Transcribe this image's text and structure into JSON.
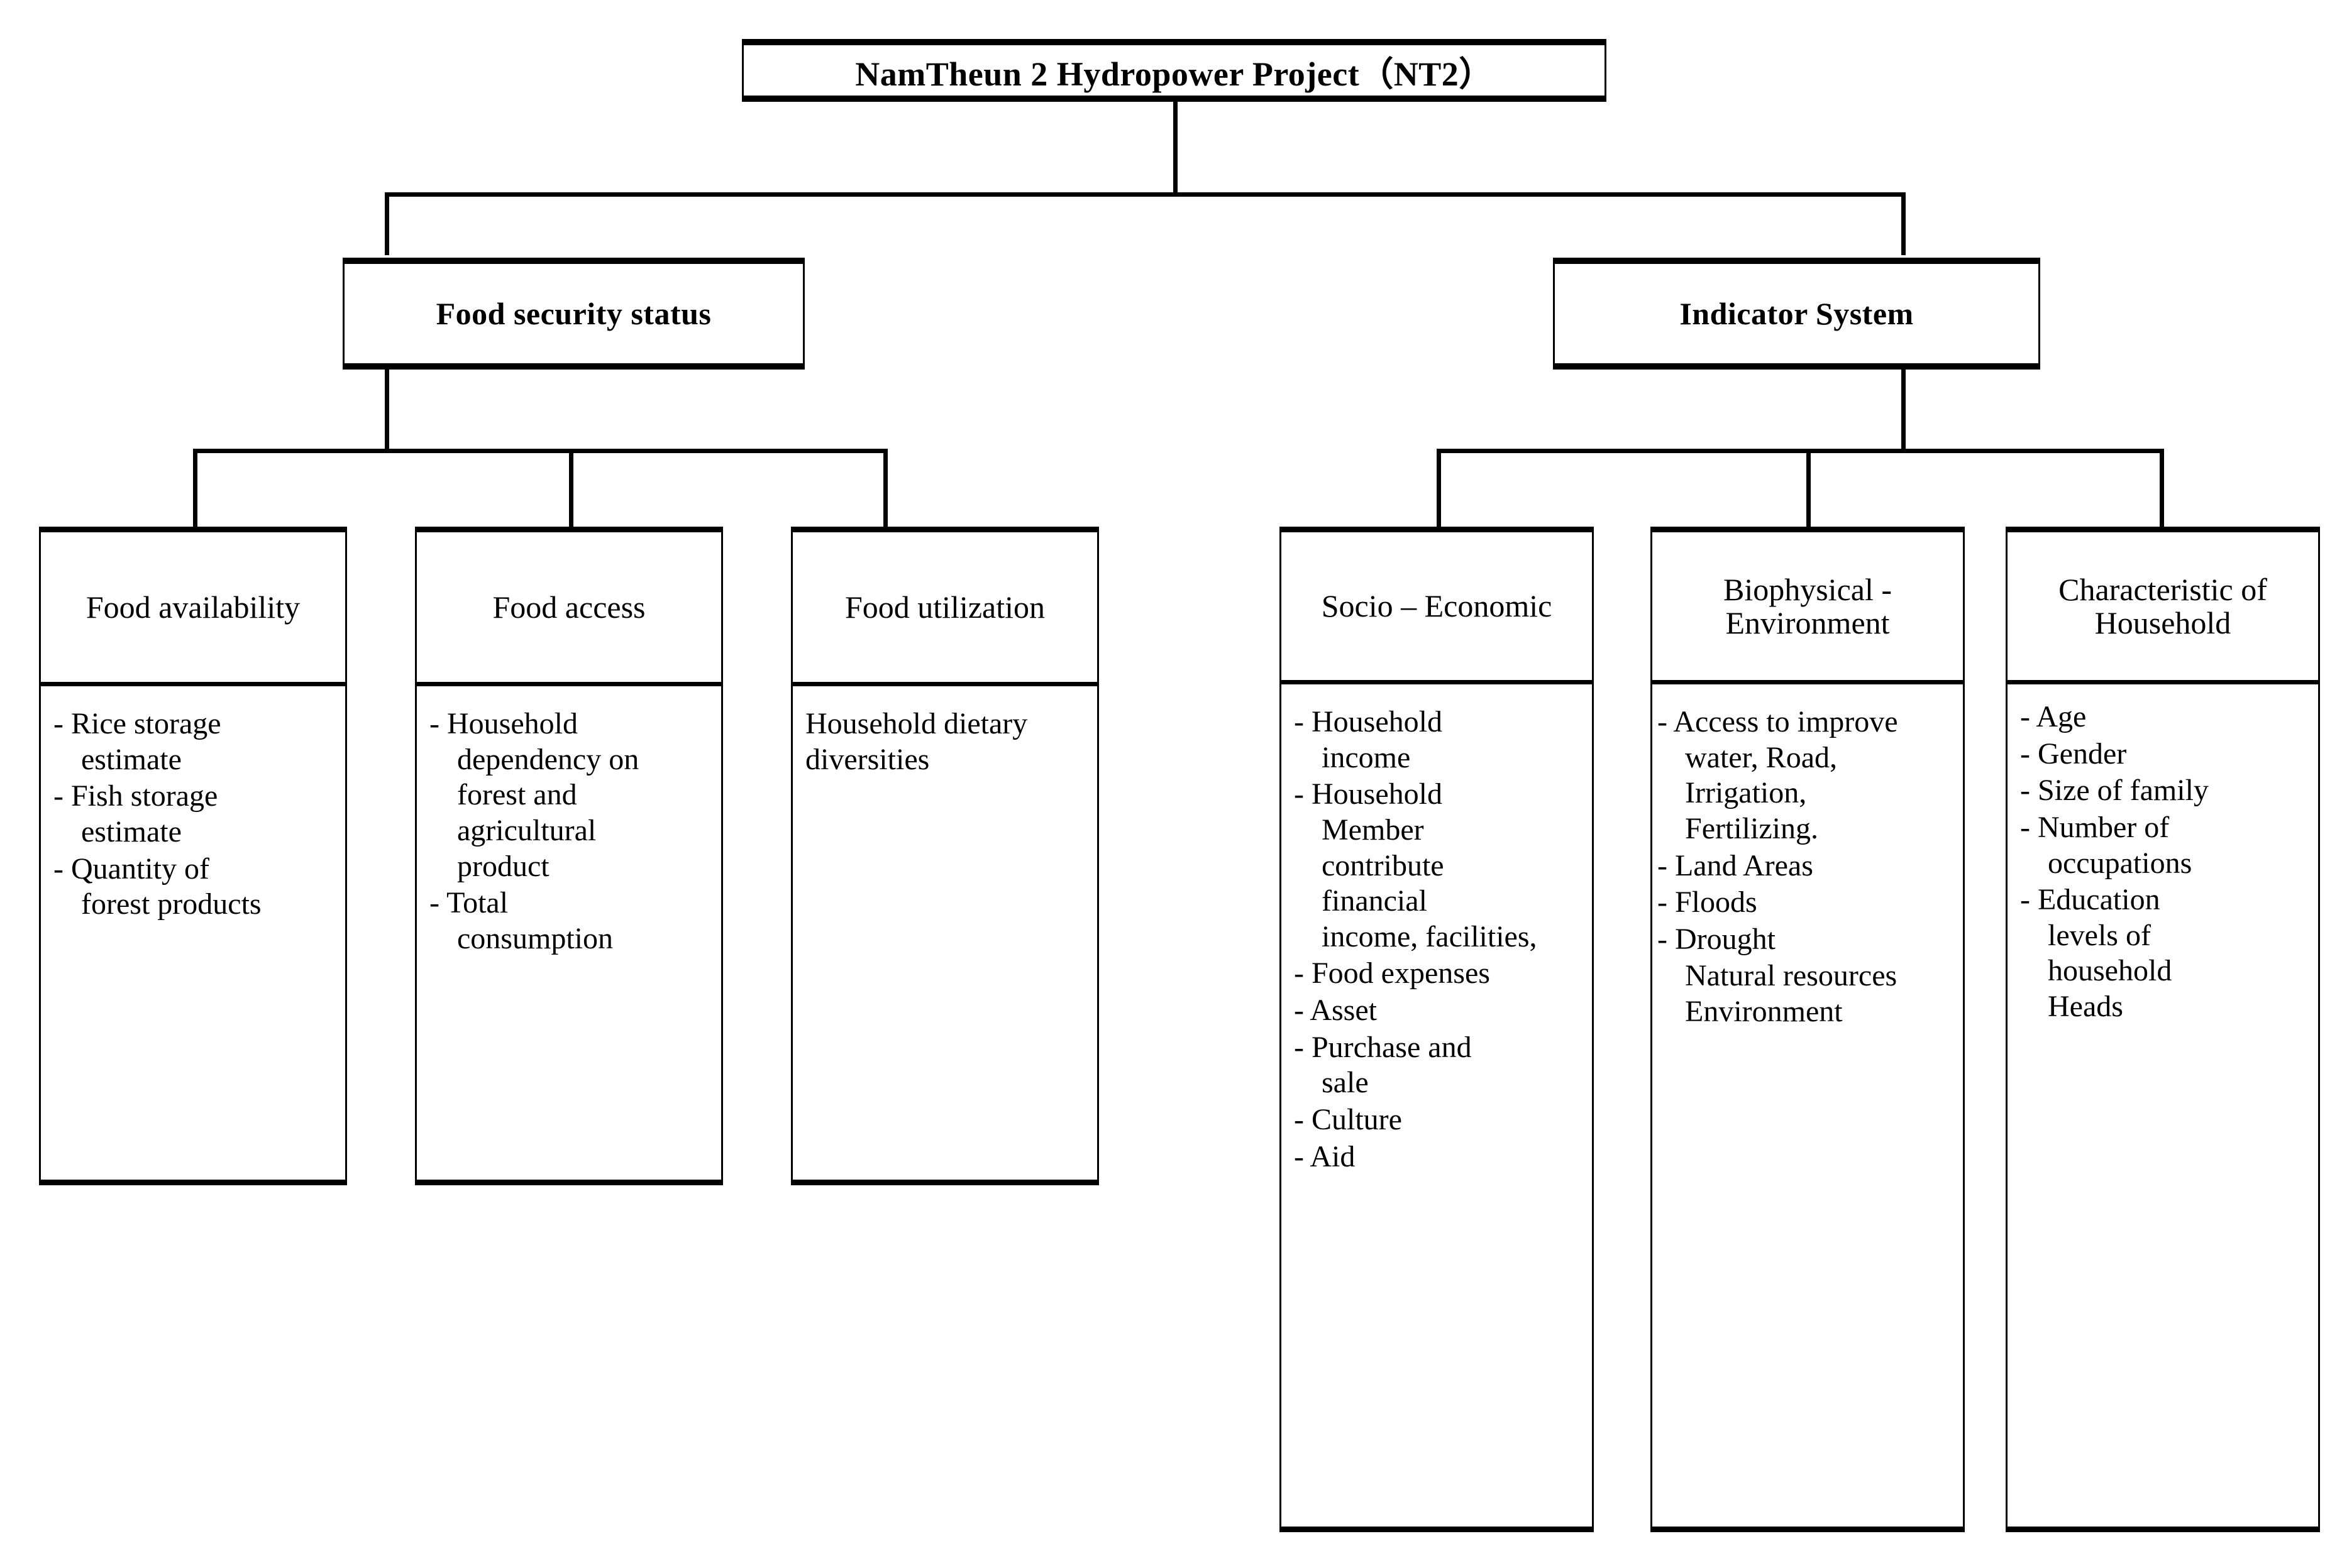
{
  "diagram": {
    "type": "hierarchy-tree",
    "root": {
      "label": "NamTheun 2 Hydropower Project（NT2）"
    },
    "level2": [
      {
        "label": "Food security status"
      },
      {
        "label": "Indicator System"
      }
    ],
    "leaves": [
      {
        "title": "Food availability",
        "parent": "Food security status",
        "items": [
          "- Rice storage\nestimate",
          "- Fish storage\nestimate",
          "- Quantity of\nforest products"
        ]
      },
      {
        "title": "Food access",
        "parent": "Food security status",
        "items": [
          "- Household\ndependency on\nforest and\nagricultural\nproduct",
          "- Total\nconsumption"
        ]
      },
      {
        "title": "Food utilization",
        "parent": "Food security status",
        "body": "Household dietary\ndiversities"
      },
      {
        "title": "Socio – Economic",
        "parent": "Indicator System",
        "items": [
          "- Household\nincome",
          "- Household\nMember\ncontribute\nfinancial\nincome, facilities,",
          "- Food expenses",
          "- Asset",
          "- Purchase and\nsale",
          "- Culture",
          "- Aid"
        ]
      },
      {
        "title": "Biophysical -\nEnvironment",
        "parent": "Indicator System",
        "items": [
          "- Access to improve\nwater, Road,\nIrrigation,\nFertilizing.",
          "- Land Areas",
          "- Floods",
          "- Drought",
          "Natural resources\nEnvironment"
        ]
      },
      {
        "title": "Characteristic of\nHousehold",
        "parent": "Indicator System",
        "items": [
          "- Age",
          "- Gender",
          "- Size of family",
          "- Number of\noccupations",
          "- Education\nlevels of\nhousehold\nHeads"
        ]
      }
    ],
    "colors": {
      "line": "#000000",
      "background": "#ffffff",
      "text": "#000000"
    }
  }
}
